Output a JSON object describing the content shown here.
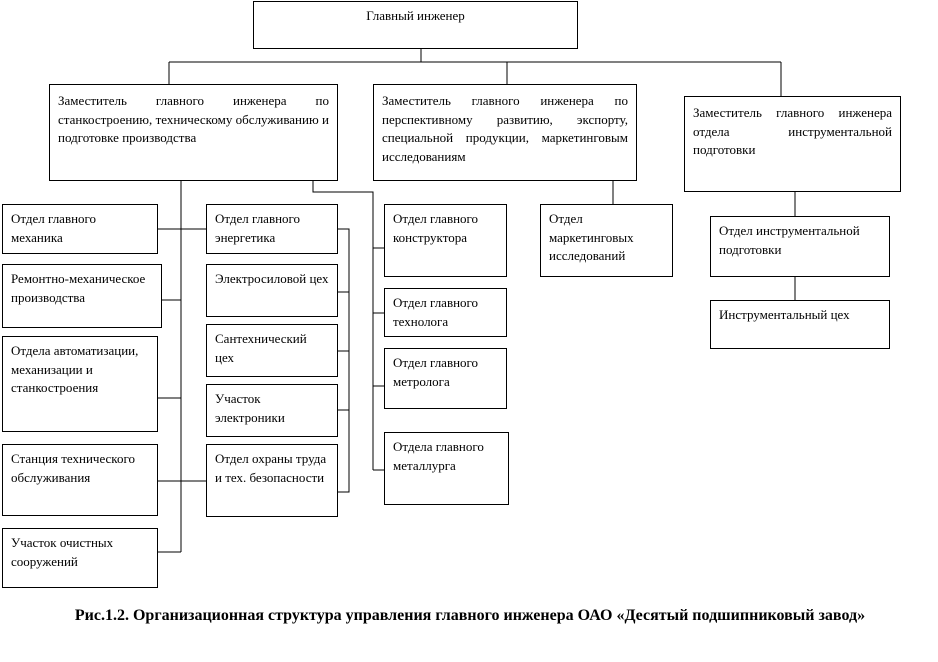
{
  "chief": "Главный инженер",
  "deputies": {
    "machine_tools": "Заместитель главного инженера по станкостроению, техническому обслуживанию и подготовке производства",
    "development": "Заместитель главного инженера по перспективному развитию, экспорту, специальной продукции, маркетинговым исследованиям",
    "tooling": "Заместитель главного инженера отдела инструментальной подготовки"
  },
  "left_column": [
    "Отдел главного механика",
    "Ремонтно-механическое производства",
    "Отдела автоматизации, механизации и станкостроения",
    "Станция технического обслуживания",
    "Участок очистных сооружений"
  ],
  "middle_column": [
    "Отдел главного энергетика",
    "Электросиловой цех",
    "Сантехнический цех",
    "Участок электроники",
    "Отдел охраны труда и тех. безопасности"
  ],
  "engineering_column": [
    "Отдел главного конструктора",
    "Отдел главного технолога",
    "Отдел главного метролога",
    "Отдела главного металлурга"
  ],
  "marketing_dept": "Отдел маркетинговых исследований",
  "tooling_column": [
    "Отдел инструментальной подготовки",
    "Инструментальный цех"
  ],
  "caption": "Рис.1.2. Организационная структура управления главного инженера ОАО «Десятый подшипниковый завод»"
}
